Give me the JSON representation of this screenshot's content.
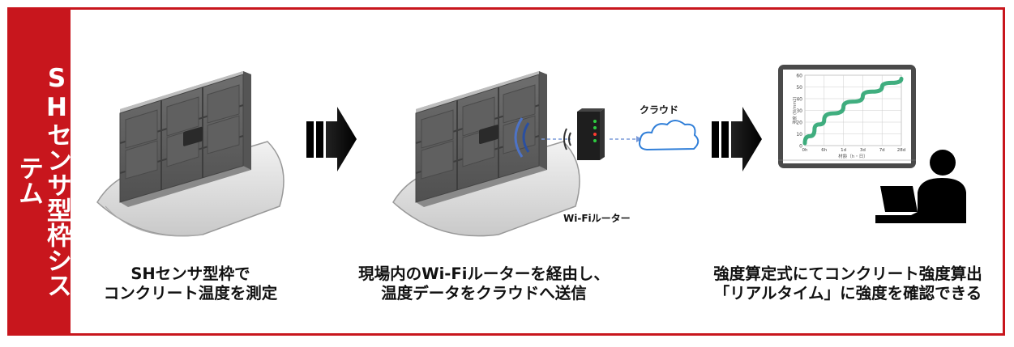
{
  "sidebar": {
    "title": "SHセンサ型枠システム"
  },
  "steps": [
    {
      "caption_line1": "SHセンサ型枠で",
      "caption_line2": "コンクリート温度を測定"
    },
    {
      "caption_line1": "現場内のWi-Fiルーターを経由し、",
      "caption_line2": "温度データをクラウドへ送信"
    },
    {
      "caption_line1": "強度算定式にてコンクリート強度算出",
      "caption_line2": "「リアルタイム」に強度を確認できる"
    }
  ],
  "labels": {
    "cloud": "クラウド",
    "router": "Wi-Fiルーター"
  },
  "chart_data": {
    "type": "line",
    "title": "",
    "ylabel": "強度 (N/mm2)",
    "xlabel": "材齢（h・日）",
    "y_ticks": [
      "0",
      "10",
      "20",
      "30",
      "40",
      "50",
      "60"
    ],
    "x_ticks": [
      "0h",
      "6h",
      "1d",
      "3d",
      "7d",
      "28d"
    ],
    "ylim": [
      0,
      60
    ],
    "series": [
      {
        "name": "強度",
        "x": [
          0,
          0.5,
          1,
          2,
          3,
          4,
          5
        ],
        "values": [
          2,
          14,
          22,
          33,
          42,
          50,
          57
        ]
      }
    ]
  },
  "colors": {
    "accent": "#c8161d",
    "curve": "#1fa069"
  }
}
